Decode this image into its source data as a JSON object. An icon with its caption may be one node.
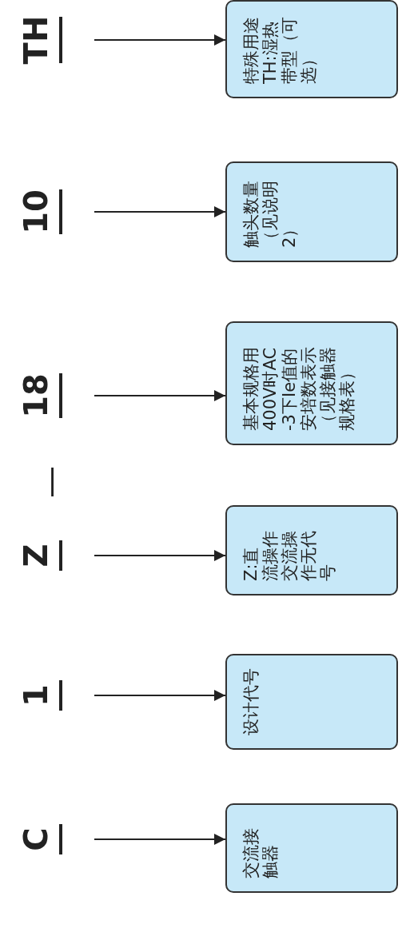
{
  "diagram": {
    "nodes": [
      {
        "text": [
          "C"
        ]
      },
      {
        "text": [
          "交流接触器"
        ]
      },
      {
        "text": [
          "1"
        ]
      },
      {
        "text": [
          "设计代号"
        ]
      },
      {
        "text": [
          "Z"
        ]
      },
      {
        "text": [
          "Z:直流操作交流操作无代号"
        ]
      },
      {
        "text": [
          "18"
        ]
      },
      {
        "text": [
          "基本规格用400V时AC-3下Ie值的安培数表示（见接触器规格表）"
        ]
      },
      {
        "text": [
          "10"
        ]
      },
      {
        "text": [
          "触头数量（见说明2）"
        ]
      },
      {
        "text": [
          "TH"
        ]
      },
      {
        "text": [
          "特殊用途TH:湿热带型（可选）"
        ]
      }
    ],
    "edges": [
      {
        "from": 0,
        "to": 1,
        "arrow": "to"
      },
      {
        "from": 2,
        "to": 3,
        "arrow": "to"
      },
      {
        "from": 4,
        "to": 5,
        "arrow": "to"
      },
      {
        "from": 6,
        "to": 7,
        "arrow": "to"
      },
      {
        "from": 8,
        "to": 9,
        "arrow": "to"
      },
      {
        "from": 10,
        "to": 11,
        "arrow": "to"
      }
    ],
    "labels": [
      "—"
    ]
  }
}
